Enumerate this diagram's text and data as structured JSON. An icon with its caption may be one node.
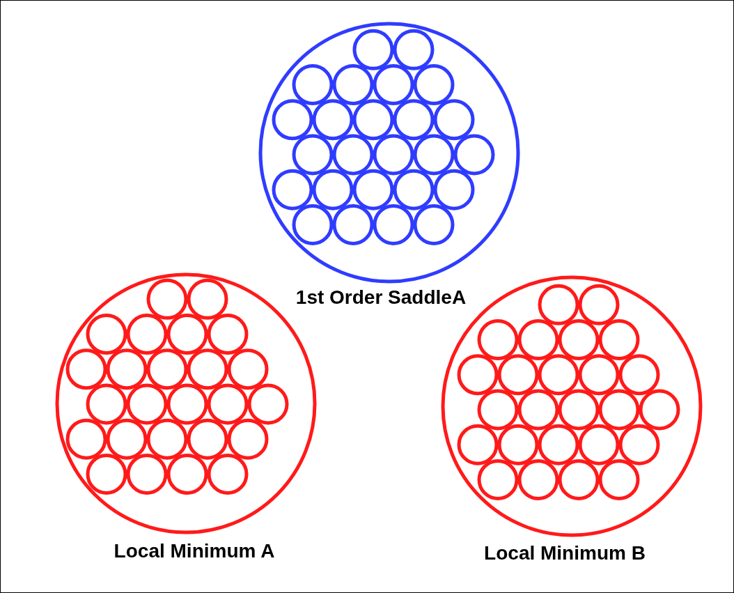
{
  "diagram": {
    "nodes": [
      {
        "text": [
          "1st Order SaddleA"
        ]
      },
      {
        "text": [
          "Local Minimum A"
        ]
      },
      {
        "text": [
          "Local Minimum B"
        ]
      }
    ]
  }
}
